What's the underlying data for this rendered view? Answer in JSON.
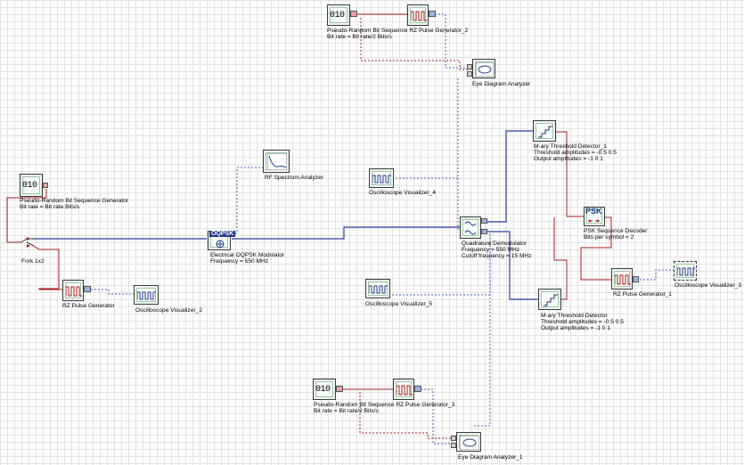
{
  "colors": {
    "electrical": "#2a3f9c",
    "binary": "#a61e1e",
    "monitor": "#6a86c8",
    "grid": "#e3e3e3"
  },
  "components": {
    "prbs_gen": {
      "icon": "010",
      "label": "Pseudo-Random Bit Sequence Generator",
      "param": "Bit rate = Bit rate  Bits/s"
    },
    "fork": {
      "label": "Fork 1x2"
    },
    "rz_gen": {
      "label": "RZ Pulse Generator"
    },
    "osc2": {
      "label": "Oscilloscope Visualizer_2"
    },
    "rfsa": {
      "label": "RF Spectrum Analyzer"
    },
    "oqpsk": {
      "badge": "OQPSK",
      "label": "Electrical OQPSK Modulator",
      "param": "Frequency = 550  MHz"
    },
    "prbs_top": {
      "icon": "010",
      "label": "Pseudo-Random Bit Sequence RZ Pulse Generator_2",
      "param": "Bit rate = Bit rate/2  Bits/s"
    },
    "eye_top": {
      "label": "Eye Diagram Analyzer"
    },
    "osc4": {
      "label": "Oscilloscope Visualizer_4"
    },
    "qdemod": {
      "label": "Quadrature Demodulator",
      "param1": "Frequency = 550  MHz",
      "param2": "Cutoff frequency = 15  MHz"
    },
    "mth1": {
      "label": "M-ary Threshold Detector_1",
      "param1": "Threshold amplitudes = -0.5 0.5",
      "param2": "Output amplitudes = -1 0 1"
    },
    "mth": {
      "label": "M-ary Threshold Detector",
      "param1": "Threshold amplitudes = -0.5 0.5",
      "param2": "Output amplitudes = -1 0 1"
    },
    "psk": {
      "badge": "PSK",
      "label": "PSK Sequence Decoder",
      "param": "Bits per symbol = 2"
    },
    "rz1": {
      "label": "RZ Pulse Generator_1"
    },
    "osc3": {
      "label": "Oscilloscope Visualizer_3"
    },
    "osc5": {
      "label": "Oscilloscope Visualizer_5"
    },
    "prbs_bot": {
      "icon": "010",
      "label": "Pseudo-Random Bit Sequence RZ Pulse Generator_3",
      "param": "Bit rate = Bit rate/2  Bits/s"
    },
    "eye_bot": {
      "label": "Eye Diagram Analyzer_1"
    }
  }
}
